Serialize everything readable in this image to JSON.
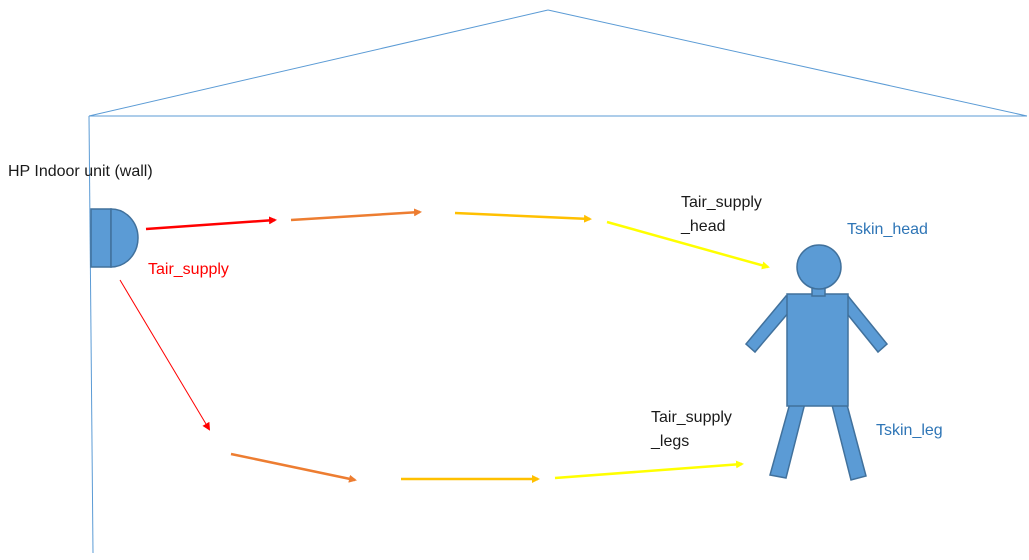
{
  "labels": {
    "indoor_unit": "HP Indoor unit (wall)",
    "tair_supply": "Tair_supply",
    "tair_supply_head_line1": "Tair_supply",
    "tair_supply_head_line2": "_head",
    "tair_supply_legs_line1": "Tair_supply",
    "tair_supply_legs_line2": "_legs",
    "tskin_head": "Tskin_head",
    "tskin_leg": "Tskin_leg"
  },
  "colors": {
    "house_outline": "#5b9bd5",
    "person_fill": "#5b9bd5",
    "person_stroke": "#41719c",
    "unit_fill": "#5b9bd5",
    "label_blue": "#2e75b6",
    "label_red": "#ff0000",
    "flow_red": "#ff0000",
    "flow_orange": "#ed7d31",
    "flow_amber": "#ffc000",
    "flow_yellow": "#ffff00",
    "flow_red_thin": "#ff0000"
  }
}
